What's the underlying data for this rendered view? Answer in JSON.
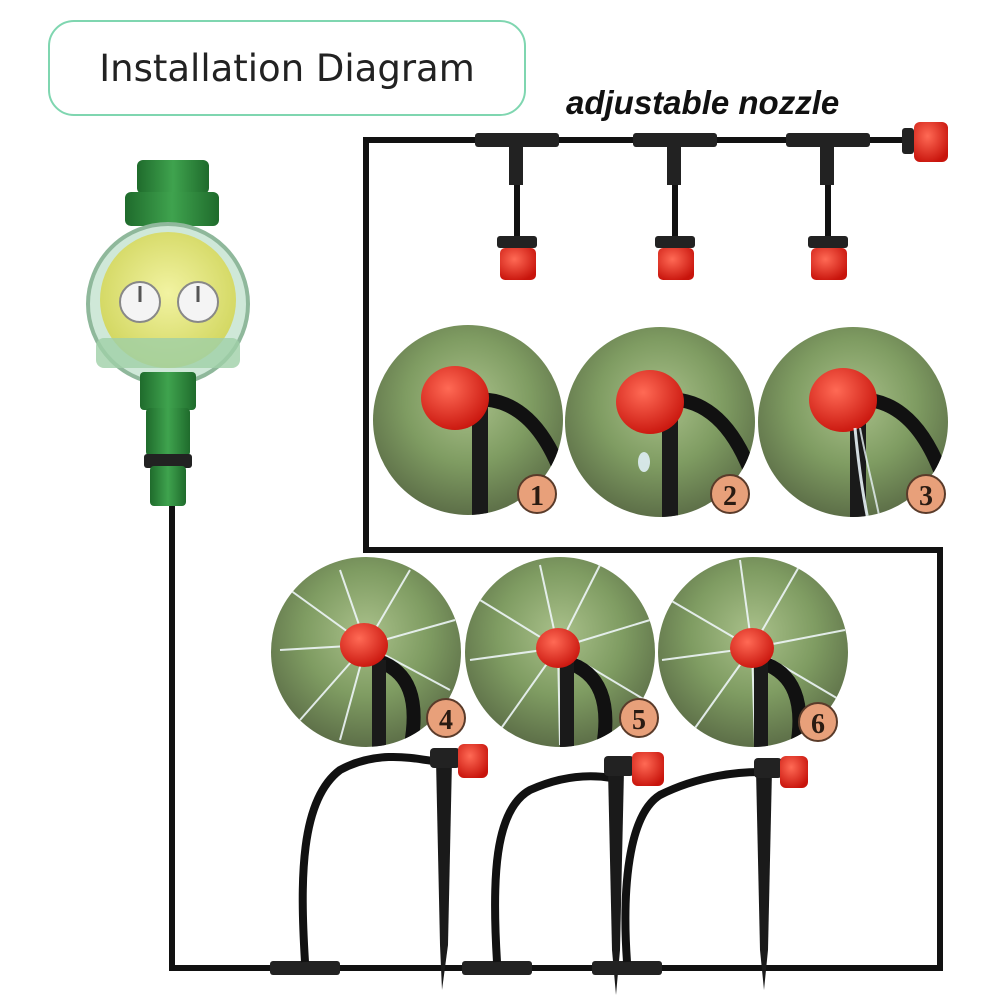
{
  "title": "Installation Diagram",
  "nozzle_label": "adjustable nozzle",
  "stages": [
    {
      "number": "1"
    },
    {
      "number": "2"
    },
    {
      "number": "3"
    },
    {
      "number": "4"
    },
    {
      "number": "5"
    },
    {
      "number": "6"
    }
  ],
  "colors": {
    "tube": "#111111",
    "nozzle_red": "#e8281e",
    "timer_green": "#2e8b3e",
    "timer_face": "#e9ec7a",
    "badge": "#e8a07a",
    "title_border": "#7fd6b0",
    "grass": "#7a9a5c"
  }
}
